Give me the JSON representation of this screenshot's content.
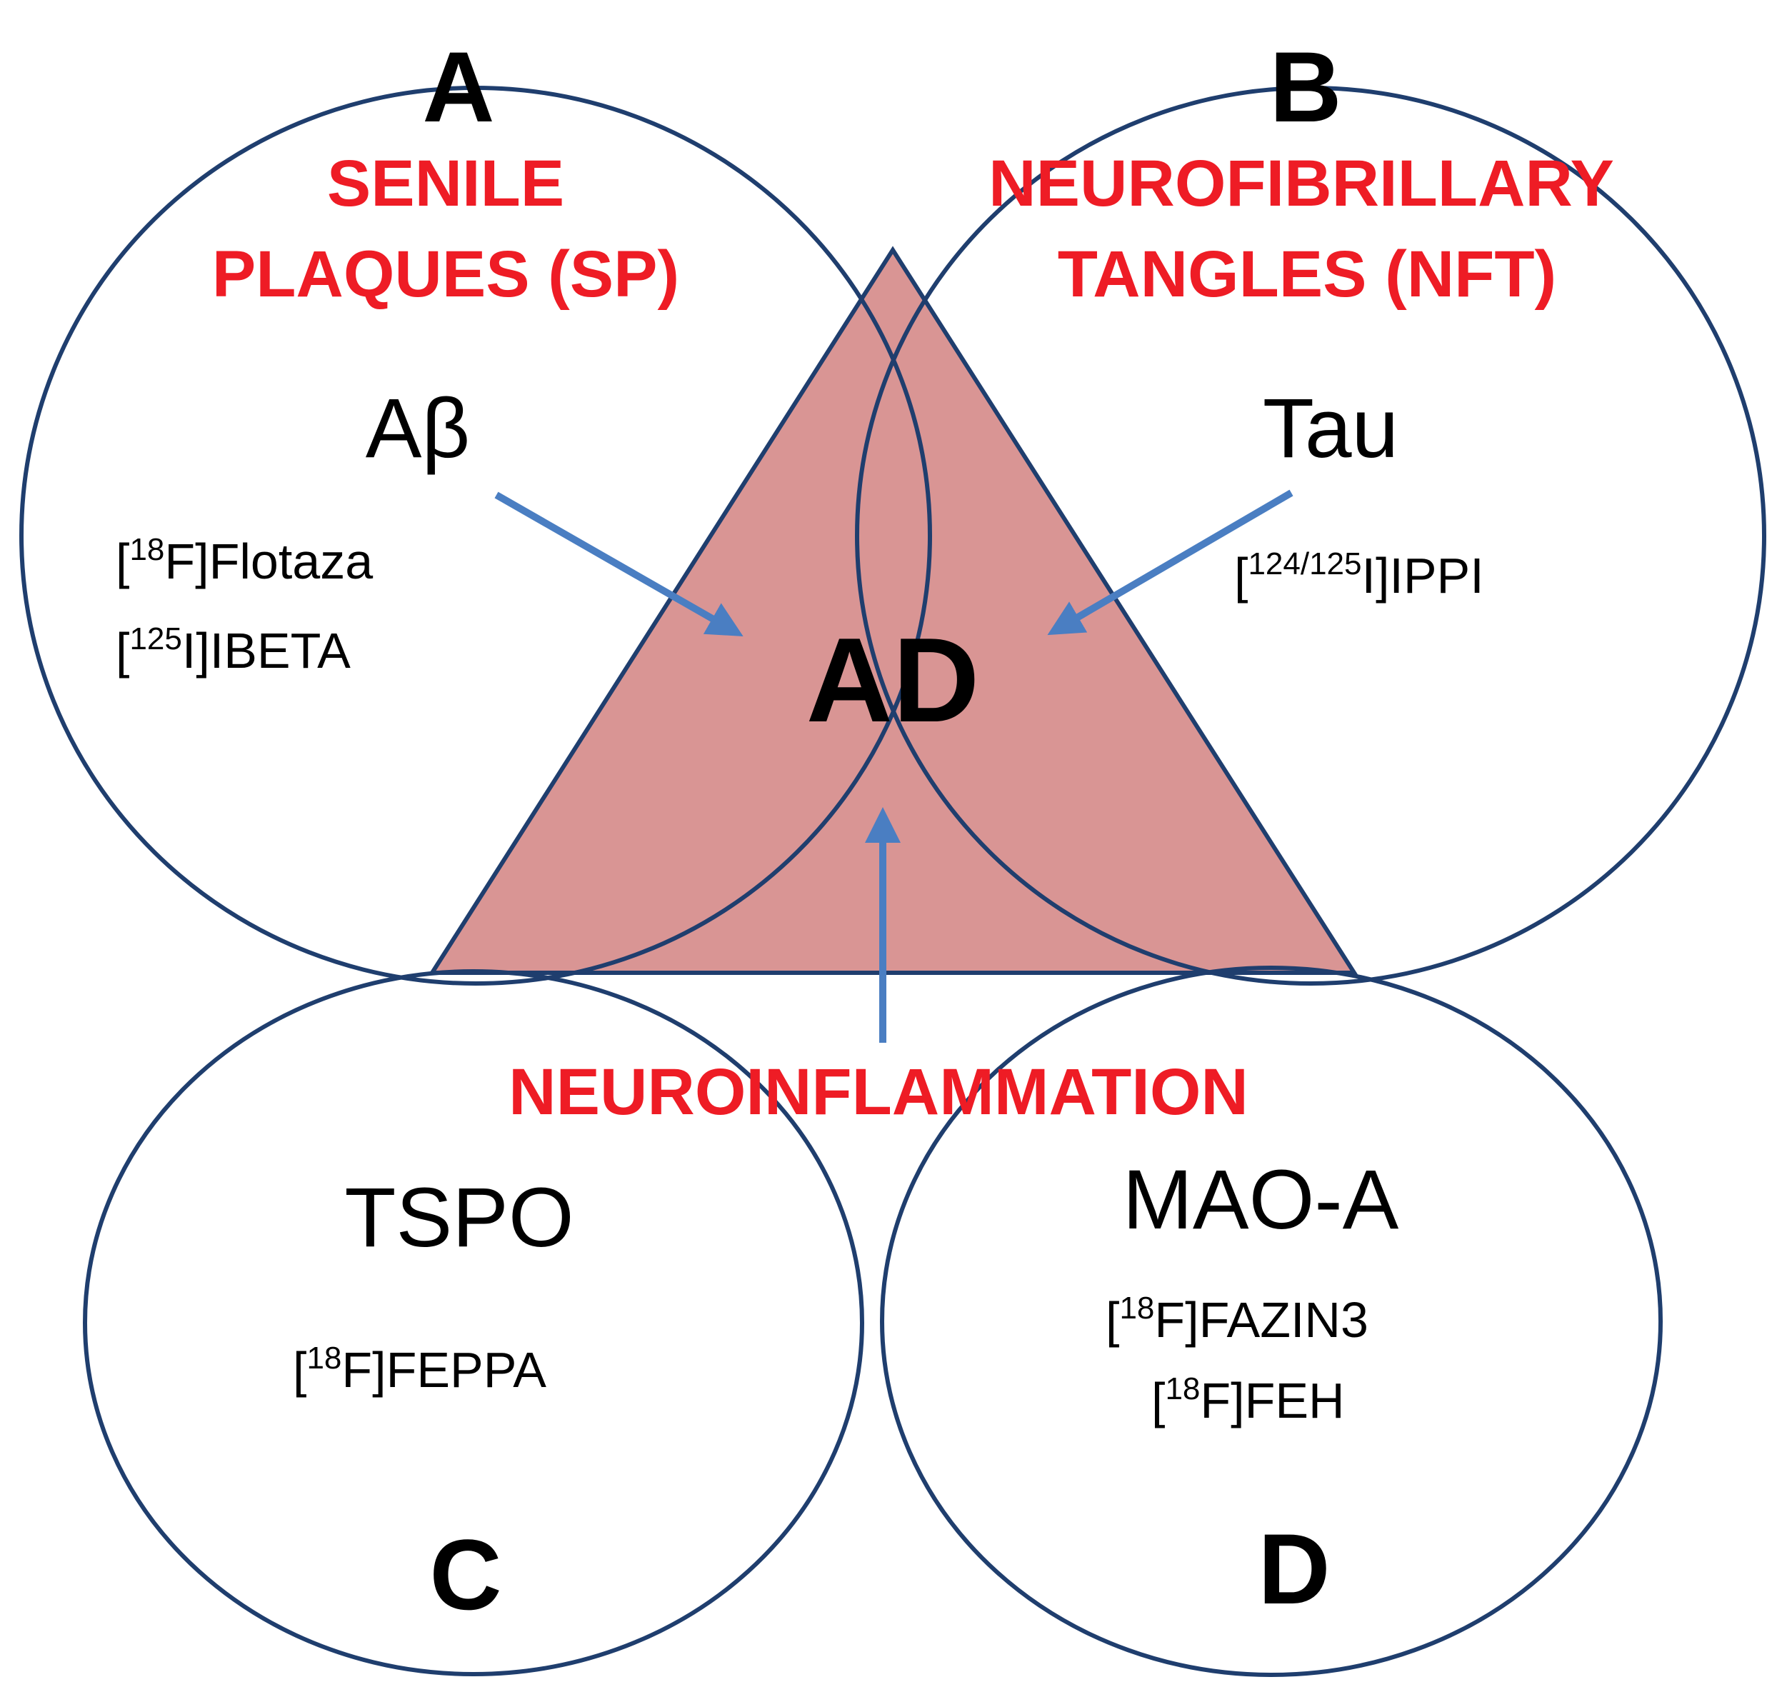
{
  "colors": {
    "circle_stroke": "#1f3e6e",
    "triangle_fill": "#d99594",
    "arrow": "#4a7ec2",
    "title_red": "#ee1c25",
    "text": "#000000"
  },
  "center_label": "AD",
  "panels": {
    "a": {
      "letter": "A",
      "title_line1": "SENILE",
      "title_line2": "PLAQUES (SP)",
      "target": "Aβ",
      "tracers": [
        {
          "sup": "18",
          "pre": "[",
          "post": "F]Flotaza"
        },
        {
          "sup": "125",
          "pre": "[",
          "post": "I]IBETA"
        }
      ]
    },
    "b": {
      "letter": "B",
      "title_line1": "NEUROFIBRILLARY",
      "title_line2": "TANGLES (NFT)",
      "target": "Tau",
      "tracers": [
        {
          "sup": "124/125",
          "pre": "[",
          "post": "I]IPPI"
        }
      ]
    },
    "c": {
      "letter": "C",
      "target": "TSPO",
      "tracers": [
        {
          "sup": "18",
          "pre": "[",
          "post": "F]FEPPA"
        }
      ]
    },
    "d": {
      "letter": "D",
      "target": "MAO-A",
      "tracers": [
        {
          "sup": "18",
          "pre": "[",
          "post": "F]FAZIN3"
        },
        {
          "sup": "18",
          "pre": "[",
          "post": "F]FEH"
        }
      ]
    }
  },
  "shared_title": "NEUROINFLAMMATION"
}
